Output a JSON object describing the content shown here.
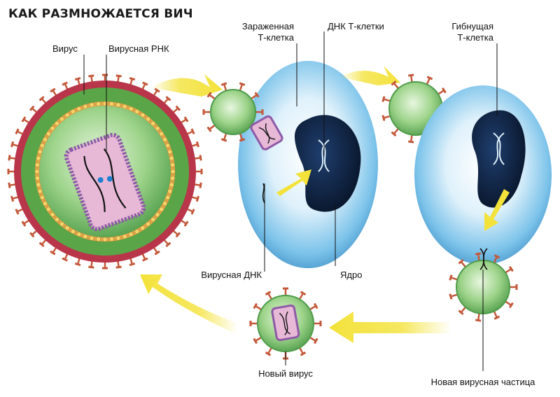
{
  "title": "КАК РАЗМНОЖАЕТСЯ ВИЧ",
  "labels": {
    "virus": "Вирус",
    "viral_rna": "Вирусная РНК",
    "infected_t_cell_line1": "Зараженная",
    "infected_t_cell_line2": "Т-клетка",
    "t_cell_dna": "ДНК Т-клетки",
    "dying_t_cell_line1": "Гибнущая",
    "dying_t_cell_line2": "Т-клетка",
    "viral_dna": "Вирусная ДНК",
    "nucleus": "Ядро",
    "new_virus": "Новый вирус",
    "new_viral_particle": "Новая вирусная частица"
  },
  "colors": {
    "arrow": "#f3e23a",
    "virus_green": "#7cc36a",
    "envelope_red": "#b8354a",
    "spike": "#c4583a",
    "capsid_pink": "#e7b9d7",
    "capsid_border": "#8e5aa6",
    "cell_blue": "#5fb1e0",
    "nucleus_dark": "#0f2444"
  }
}
